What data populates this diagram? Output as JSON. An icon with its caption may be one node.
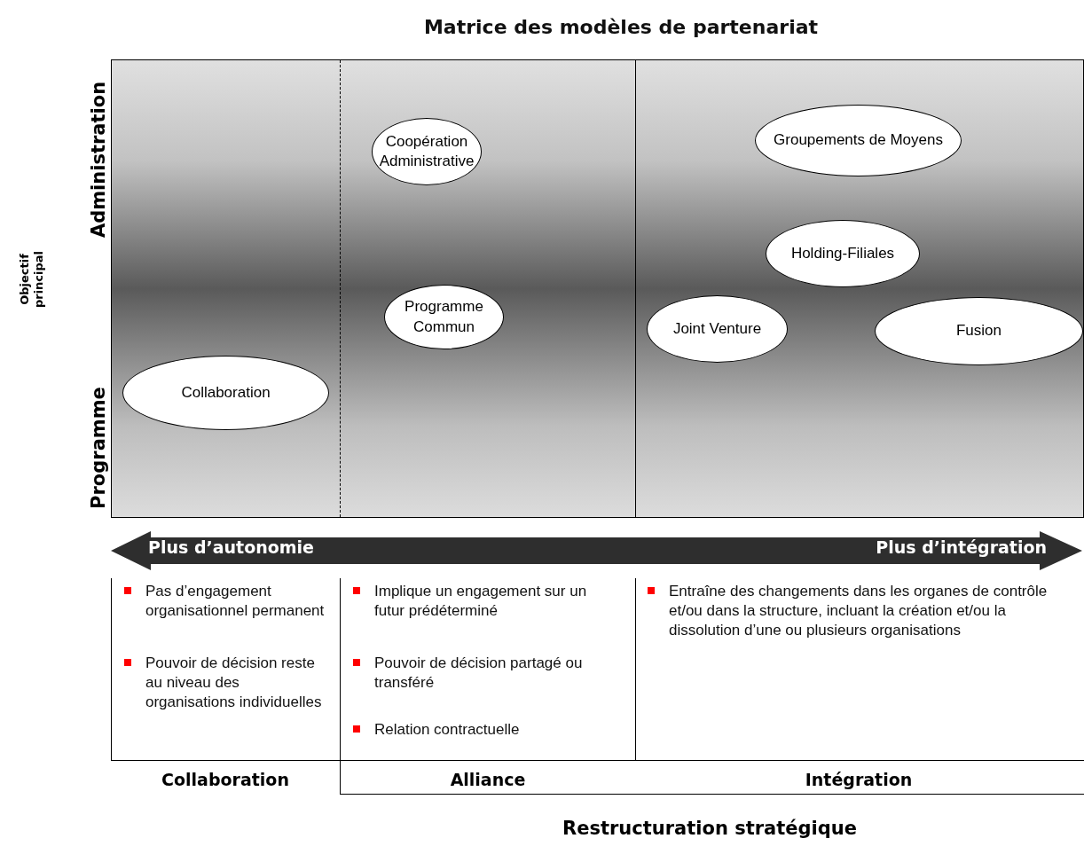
{
  "diagram": {
    "title": "Matrice des modèles de partenariat",
    "nodes": [
      {
        "text": [
          "Coopération Administrative"
        ]
      },
      {
        "text": [
          "Groupements de Moyens"
        ]
      },
      {
        "text": [
          "Holding-Filiales"
        ]
      },
      {
        "text": [
          "Programme Commun"
        ]
      },
      {
        "text": [
          "Joint Venture"
        ]
      },
      {
        "text": [
          "Fusion"
        ]
      },
      {
        "text": [
          "Collaboration"
        ]
      }
    ],
    "labels": [
      "Administration",
      "Objectif principal",
      "Programme",
      "Plus d’autonomie",
      "Plus d’intégration",
      "Pas d’engagement organisationnel permanent",
      "Pouvoir de décision reste au niveau des organisations individuelles",
      "Implique un engagement sur un futur prédéterminé",
      "Pouvoir de décision partagé ou transféré",
      "Relation contractuelle",
      "Entraîne des changements dans les organes de contrôle et/ou dans la structure, incluant la création et/ou la dissolution d’une ou plusieurs organisations",
      "Collaboration",
      "Alliance",
      "Intégration",
      "Restructuration stratégique"
    ]
  }
}
